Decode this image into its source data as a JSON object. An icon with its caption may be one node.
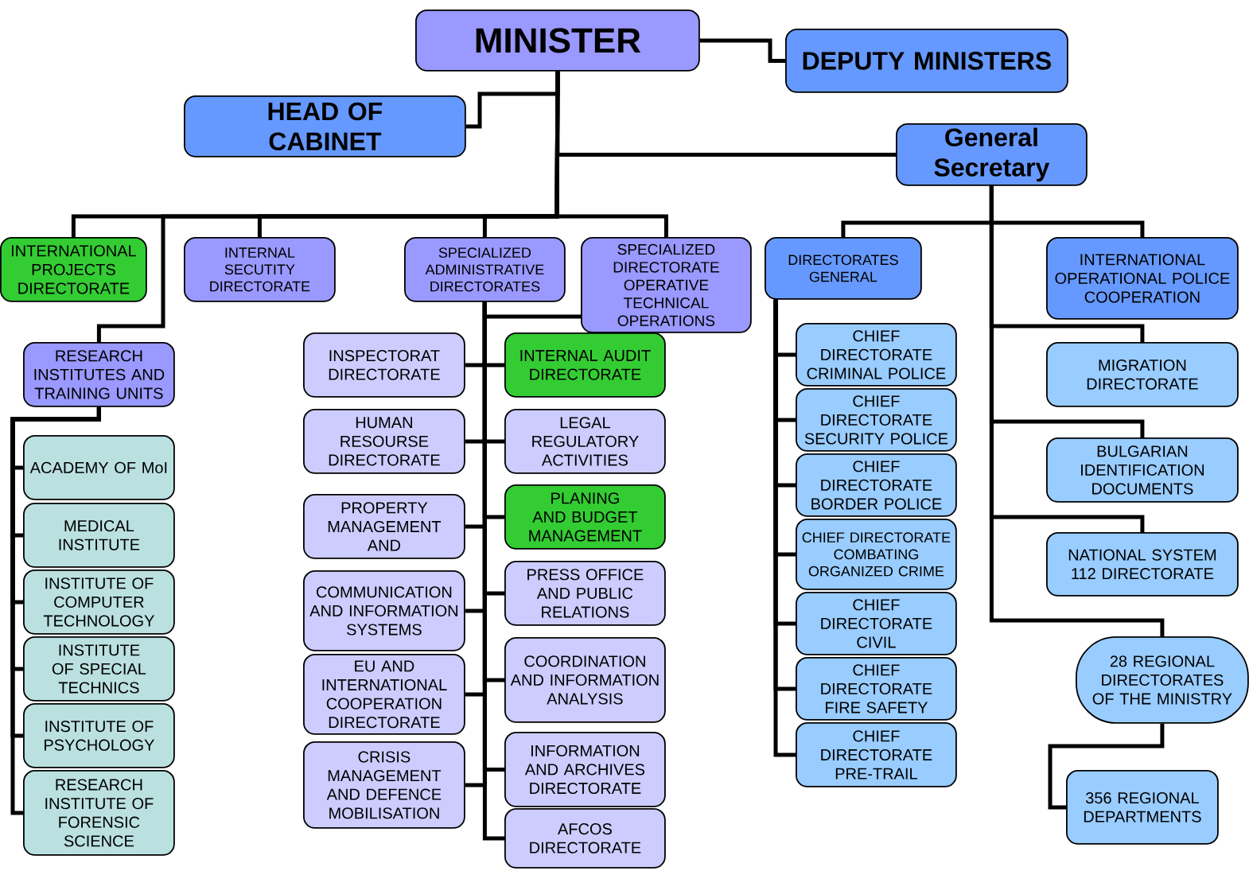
{
  "diagram": {
    "nodes": [
      {
        "text": [
          "MINISTER"
        ]
      },
      {
        "text": [
          "DEPUTY MINISTERS"
        ]
      },
      {
        "text": [
          "HEAD OF CABINET"
        ]
      },
      {
        "text": [
          "General Secretary"
        ]
      },
      {
        "text": [
          "INTERNATIONAL PROJECTS DIRECTORATE"
        ]
      },
      {
        "text": [
          "INTERNAL SECUTITY DIRECTORATE"
        ]
      },
      {
        "text": [
          "SPECIALIZED ADMINISTRATIVE DIRECTORATES"
        ]
      },
      {
        "text": [
          "SPECIALIZED DIRECTORATE OPERATIVE TECHNICAL OPERATIONS"
        ]
      },
      {
        "text": [
          "DIRECTORATES GENERAL"
        ]
      },
      {
        "text": [
          "INTERNATIONAL OPERATIONAL POLICE COOPERATION"
        ]
      },
      {
        "text": [
          "RESEARCH INSTITUTES AND TRAINING UNITS"
        ]
      },
      {
        "text": [
          "ACADEMY OF MoI"
        ]
      },
      {
        "text": [
          "MEDICAL INSTITUTE"
        ]
      },
      {
        "text": [
          "INSTITUTE OF COMPUTER TECHNOLOGY"
        ]
      },
      {
        "text": [
          "INSTITUTE OF SPECIAL TECHNICS"
        ]
      },
      {
        "text": [
          "INSTITUTE OF PSYCHOLOGY"
        ]
      },
      {
        "text": [
          "RESEARCH INSTITUTE OF FORENSIC SCIENCE"
        ]
      },
      {
        "text": [
          "INSPECTORAT DIRECTORATE"
        ]
      },
      {
        "text": [
          "INTERNAL AUDIT DIRECTORATE"
        ]
      },
      {
        "text": [
          "HUMAN RESOURSE DIRECTORATE"
        ]
      },
      {
        "text": [
          "LEGAL REGULATORY ACTIVITIES"
        ]
      },
      {
        "text": [
          "PROPERTY MANAGEMENT AND"
        ]
      },
      {
        "text": [
          "PLANING AND BUDGET MANAGEMENT"
        ]
      },
      {
        "text": [
          "COMMUNICATION AND INFORMATION SYSTEMS"
        ]
      },
      {
        "text": [
          "PRESS OFFICE AND PUBLIC RELATIONS"
        ]
      },
      {
        "text": [
          "EU AND INTERNATIONAL COOPERATION DIRECTORATE"
        ]
      },
      {
        "text": [
          "COORDINATION AND INFORMATION ANALYSIS"
        ]
      },
      {
        "text": [
          "CRISIS MANAGEMENT AND DEFENCE MOBILISATION"
        ]
      },
      {
        "text": [
          "INFORMATION AND ARCHIVES DIRECTORATE"
        ]
      },
      {
        "text": [
          "AFCOS DIRECTORATE"
        ]
      },
      {
        "text": [
          "CHIEF DIRECTORATE CRIMINAL POLICE"
        ]
      },
      {
        "text": [
          "CHIEF DIRECTORATE SECURITY POLICE"
        ]
      },
      {
        "text": [
          "CHIEF DIRECTORATE BORDER POLICE"
        ]
      },
      {
        "text": [
          "CHIEF DIRECTORATE COMBATING ORGANIZED CRIME"
        ]
      },
      {
        "text": [
          "CHIEF DIRECTORATE CIVIL"
        ]
      },
      {
        "text": [
          "CHIEF DIRECTORATE FIRE SAFETY"
        ]
      },
      {
        "text": [
          "CHIEF DIRECTORATE PRE-TRAIL"
        ]
      },
      {
        "text": [
          "MIGRATION DIRECTORATE"
        ]
      },
      {
        "text": [
          "BULGARIAN IDENTIFICATION DOCUMENTS"
        ]
      },
      {
        "text": [
          "NATIONAL SYSTEM 112 DIRECTORATE"
        ]
      },
      {
        "text": [
          "28 REGIONAL DIRECTORATES OF THE MINISTRY"
        ]
      },
      {
        "text": [
          "356 REGIONAL DEPARTMENTS"
        ]
      }
    ],
    "edges": [
      {
        "from": 0,
        "to": 1,
        "arrow": "none"
      },
      {
        "from": 0,
        "to": 2,
        "arrow": "none"
      },
      {
        "from": 0,
        "to": 3,
        "arrow": "none"
      },
      {
        "from": 0,
        "to": 4,
        "arrow": "none"
      },
      {
        "from": 0,
        "to": 5,
        "arrow": "none"
      },
      {
        "from": 0,
        "to": 6,
        "arrow": "none"
      },
      {
        "from": 0,
        "to": 7,
        "arrow": "none"
      },
      {
        "from": 0,
        "to": 10,
        "arrow": "none"
      },
      {
        "from": 10,
        "to": 11,
        "arrow": "none"
      },
      {
        "from": 10,
        "to": 12,
        "arrow": "none"
      },
      {
        "from": 10,
        "to": 13,
        "arrow": "none"
      },
      {
        "from": 10,
        "to": 14,
        "arrow": "none"
      },
      {
        "from": 10,
        "to": 15,
        "arrow": "none"
      },
      {
        "from": 10,
        "to": 16,
        "arrow": "none"
      },
      {
        "from": 6,
        "to": 7,
        "arrow": "none"
      },
      {
        "from": 6,
        "to": 17,
        "arrow": "none"
      },
      {
        "from": 6,
        "to": 18,
        "arrow": "none"
      },
      {
        "from": 6,
        "to": 19,
        "arrow": "none"
      },
      {
        "from": 6,
        "to": 20,
        "arrow": "none"
      },
      {
        "from": 6,
        "to": 21,
        "arrow": "none"
      },
      {
        "from": 6,
        "to": 22,
        "arrow": "none"
      },
      {
        "from": 6,
        "to": 23,
        "arrow": "none"
      },
      {
        "from": 6,
        "to": 24,
        "arrow": "none"
      },
      {
        "from": 6,
        "to": 25,
        "arrow": "none"
      },
      {
        "from": 6,
        "to": 26,
        "arrow": "none"
      },
      {
        "from": 6,
        "to": 27,
        "arrow": "none"
      },
      {
        "from": 6,
        "to": 28,
        "arrow": "none"
      },
      {
        "from": 6,
        "to": 29,
        "arrow": "none"
      },
      {
        "from": 3,
        "to": 8,
        "arrow": "none"
      },
      {
        "from": 3,
        "to": 9,
        "arrow": "none"
      },
      {
        "from": 8,
        "to": 30,
        "arrow": "none"
      },
      {
        "from": 8,
        "to": 31,
        "arrow": "none"
      },
      {
        "from": 8,
        "to": 32,
        "arrow": "none"
      },
      {
        "from": 8,
        "to": 33,
        "arrow": "none"
      },
      {
        "from": 8,
        "to": 34,
        "arrow": "none"
      },
      {
        "from": 8,
        "to": 35,
        "arrow": "none"
      },
      {
        "from": 8,
        "to": 36,
        "arrow": "none"
      },
      {
        "from": 3,
        "to": 37,
        "arrow": "none"
      },
      {
        "from": 3,
        "to": 38,
        "arrow": "none"
      },
      {
        "from": 3,
        "to": 39,
        "arrow": "none"
      },
      {
        "from": 3,
        "to": 40,
        "arrow": "none"
      },
      {
        "from": 40,
        "to": 41,
        "arrow": "none"
      }
    ]
  }
}
